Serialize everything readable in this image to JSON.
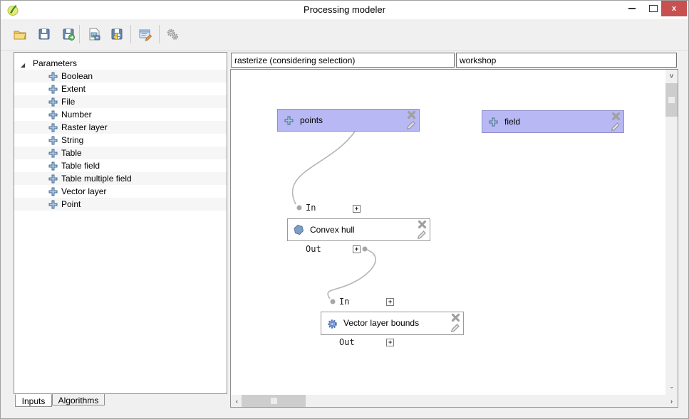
{
  "window": {
    "title": "Processing modeler",
    "close_glyph": "x"
  },
  "toolbar": {
    "icons": [
      "open-model-icon",
      "save-model-icon",
      "save-model-as-icon",
      "export-as-image-icon",
      "export-as-python-icon",
      "edit-model-help-icon",
      "run-model-icon"
    ]
  },
  "sidebar": {
    "root_label": "Parameters",
    "items": [
      "Boolean",
      "Extent",
      "File",
      "Number",
      "Raster layer",
      "String",
      "Table",
      "Table field",
      "Table multiple field",
      "Vector layer",
      "Point"
    ],
    "tabs": [
      {
        "label": "Inputs",
        "active": true
      },
      {
        "label": "Algorithms",
        "active": false
      }
    ]
  },
  "model_header": {
    "name_value": "rasterize (considering selection)",
    "group_value": "workshop"
  },
  "canvas": {
    "inputs": [
      {
        "label": "points"
      },
      {
        "label": "field"
      }
    ],
    "algorithms": [
      {
        "label": "Convex hull",
        "in_label": "In",
        "out_label": "Out"
      },
      {
        "label": "Vector layer bounds",
        "in_label": "In",
        "out_label": "Out"
      }
    ],
    "expander_glyph": "+"
  },
  "colors": {
    "input_node_fill": "#b8b8f4",
    "input_node_border": "#8f8fc8",
    "close_button": "#c75050",
    "connection": "#b5b5b5"
  }
}
